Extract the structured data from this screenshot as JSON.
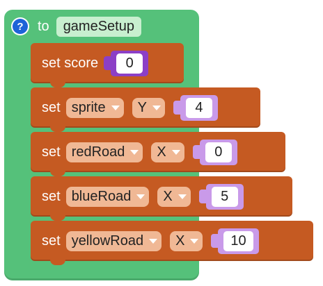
{
  "procedure": {
    "help_glyph": "?",
    "to_label": "to",
    "name": "gameSetup"
  },
  "blocks": [
    {
      "label": "set score",
      "value": "0"
    },
    {
      "label": "set",
      "variable": "sprite",
      "axis": "Y",
      "value": "4"
    },
    {
      "label": "set",
      "variable": "redRoad",
      "axis": "X",
      "value": "0"
    },
    {
      "label": "set",
      "variable": "blueRoad",
      "axis": "X",
      "value": "5"
    },
    {
      "label": "set",
      "variable": "yellowRoad",
      "axis": "X",
      "value": "10"
    }
  ],
  "colors": {
    "procedure": "#55c17a",
    "set_block": "#c55a22",
    "number_block": "#c99ae9",
    "score_number_block": "#8c3fc6",
    "help_icon": "#1e63d8"
  }
}
